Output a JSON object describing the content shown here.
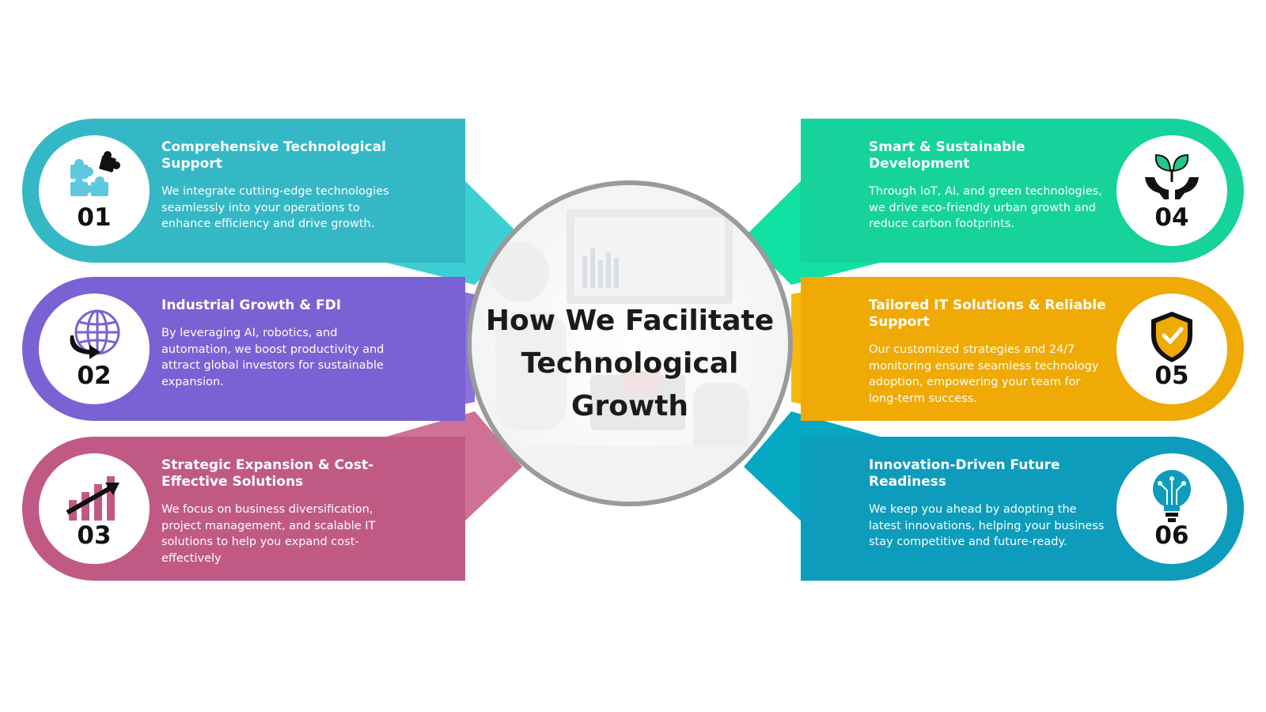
{
  "center": {
    "title_line1": "How We Facilitate",
    "title_line2": "Technological Growth"
  },
  "items": [
    {
      "number": "01",
      "title": "Comprehensive Technological Support",
      "description": "We integrate cutting-edge technologies seamlessly into your operations to enhance efficiency and drive growth.",
      "icon": "puzzle-pieces-icon",
      "color": "#34b8c6"
    },
    {
      "number": "02",
      "title": "Industrial Growth & FDI",
      "description": "By leveraging AI, robotics, and automation, we boost productivity and attract global investors for sustainable expansion.",
      "icon": "globe-arrow-icon",
      "color": "#7a62d4"
    },
    {
      "number": "03",
      "title": "Strategic Expansion & Cost-Effective Solutions",
      "description": "We focus on business diversification, project management, and scalable IT solutions to help you expand cost-effectively",
      "icon": "growth-chart-icon",
      "color": "#c05a84"
    },
    {
      "number": "04",
      "title": "Smart & Sustainable Development",
      "description": "Through IoT, AI, and green technologies, we drive eco-friendly urban growth and reduce carbon footprints.",
      "icon": "hands-plant-icon",
      "color": "#15d39a"
    },
    {
      "number": "05",
      "title": "Tailored IT Solutions & Reliable Support",
      "description": "Our customized strategies and 24/7 monitoring ensure seamless technology adoption, empowering your team for long-term success.",
      "icon": "shield-check-icon",
      "color": "#efaa06"
    },
    {
      "number": "06",
      "title": "Innovation-Driven Future Readiness",
      "description": "We keep you ahead by adopting the latest innovations, helping your business stay competitive and future-ready.",
      "icon": "lightbulb-circuit-icon",
      "color": "#0d9cbc"
    }
  ]
}
